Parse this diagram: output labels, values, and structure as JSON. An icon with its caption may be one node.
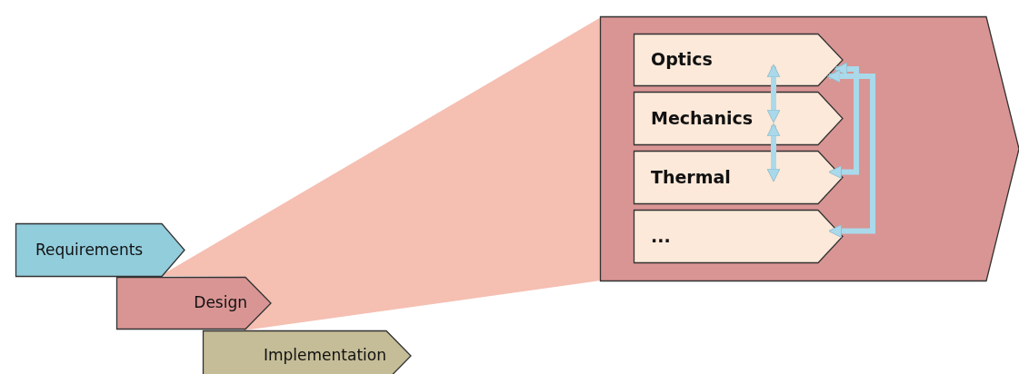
{
  "diagram": {
    "nodes": [
      {
        "text": [
          "Requirements"
        ]
      },
      {
        "text": [
          "Design"
        ]
      },
      {
        "text": [
          "Implementation"
        ]
      },
      {
        "text": [],
        "shape": "pentagon"
      },
      {
        "text": [
          "Optics"
        ],
        "in": 3
      },
      {
        "text": [
          "Mechanics"
        ],
        "in": 3
      },
      {
        "text": [
          "Thermal"
        ],
        "in": 3
      },
      {
        "text": [
          "..."
        ],
        "in": 3
      }
    ],
    "edges": [
      {
        "from": 4,
        "to": 5,
        "arrow": "both"
      },
      {
        "from": 5,
        "to": 6,
        "arrow": "both"
      },
      {
        "from": 4,
        "to": 6,
        "arrow": "both"
      },
      {
        "from": 4,
        "to": 7,
        "arrow": "both"
      }
    ]
  }
}
